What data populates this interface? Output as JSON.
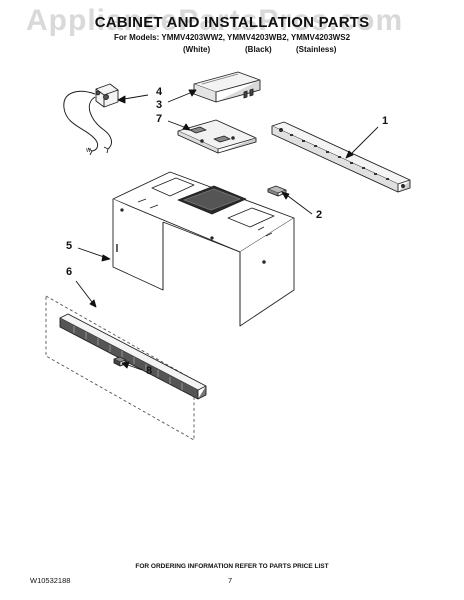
{
  "watermark": "AppliancePartsPros.com",
  "header": {
    "title": "CABINET AND INSTALLATION PARTS",
    "models": "For Models: YMMV4203WW2, YMMV4203WB2, YMMV4203WS2",
    "variants": [
      "(White)",
      "(Black)",
      "(Stainless)"
    ]
  },
  "callouts": [
    "1",
    "2",
    "3",
    "4",
    "5",
    "6",
    "7",
    "8"
  ],
  "footer": {
    "ordering_note": "FOR ORDERING INFORMATION REFER TO PARTS PRICE LIST",
    "doc_number": "W10532188",
    "page_number": "7"
  }
}
